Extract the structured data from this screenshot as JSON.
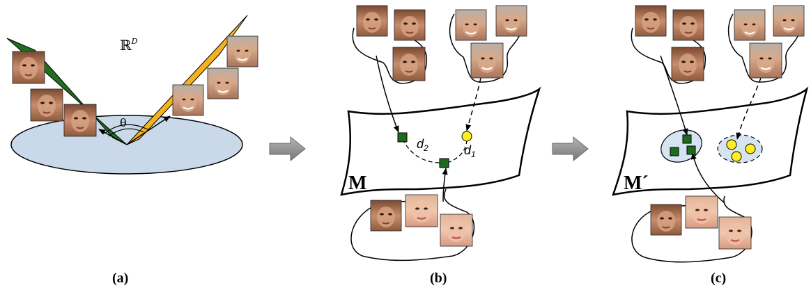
{
  "panels": {
    "a": {
      "caption": "(a)",
      "space_symbol": "ℝ",
      "space_superscript": "D",
      "angle_symbol": "θ"
    },
    "b": {
      "caption": "(b)",
      "manifold_label": "M",
      "distance_labels": [
        {
          "letter": "d",
          "sub": "2"
        },
        {
          "letter": "d",
          "sub": "1"
        }
      ]
    },
    "c": {
      "caption": "(c)",
      "manifold_label": "M´"
    }
  },
  "colors": {
    "cone_green": "#1f6f1f",
    "cone_orange": "#f5b21e",
    "disk": "#c9d9ea",
    "node_green": "#1e6b1e",
    "node_yellow": "#ffee22",
    "cluster_fill": "#d6e3f1",
    "arrow_gray": "#8a8a8a"
  },
  "icons": [
    "face-thumbnail-icon",
    "right-arrow-icon"
  ]
}
